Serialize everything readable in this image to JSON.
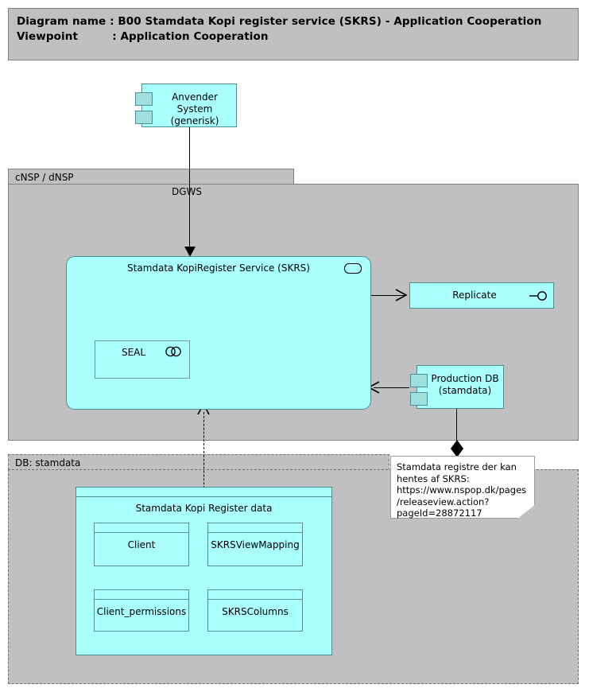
{
  "title_block": {
    "line1": "Diagram name : B00 Stamdata Kopi register service (SKRS) - Application Cooperation",
    "line2": "Viewpoint         : Application Cooperation"
  },
  "groups": [
    {
      "name": "cnsp-dnsp",
      "label": "cNSP / dNSP"
    },
    {
      "name": "db-stamdata",
      "label": "DB: stamdata"
    }
  ],
  "nodes": {
    "anvender_system": {
      "label_line1": "Anvender System",
      "label_line2": "(generisk)",
      "icon": "uml-component-icon"
    },
    "skrs_service": {
      "label": "Stamdata KopiRegister Service (SKRS)",
      "icon": "application-service-icon"
    },
    "seal": {
      "label": "SEAL",
      "icon": "application-collaboration-icon"
    },
    "replicate": {
      "label": "Replicate",
      "icon": "interface-lollipop-icon"
    },
    "production_db": {
      "label_line1": "Production DB",
      "label_line2": "(stamdata)",
      "icon": "uml-component-icon"
    },
    "data_package": {
      "label": "Stamdata Kopi Register data"
    }
  },
  "entities": [
    {
      "name": "client",
      "label": "Client"
    },
    {
      "name": "skrs-view-mapping",
      "label": "SKRSViewMapping"
    },
    {
      "name": "client-permissions",
      "label": "Client_permissions"
    },
    {
      "name": "skrs-columns",
      "label": "SKRSColumns"
    }
  ],
  "connectors": {
    "dgws_label": "DGWS"
  },
  "note": {
    "text": "Stamdata registre der kan hentes af SKRS: https://www.nspop.dk/pages/releaseview.action?pageId=28872117"
  },
  "colors": {
    "shape_fill": "#aaffff",
    "shape_border": "#4d8f8f",
    "group_fill": "#c0c0c0",
    "group_border": "#808080",
    "component_tab": "#9fe0de",
    "note_fill": "#ffffff",
    "line": "#000000"
  }
}
